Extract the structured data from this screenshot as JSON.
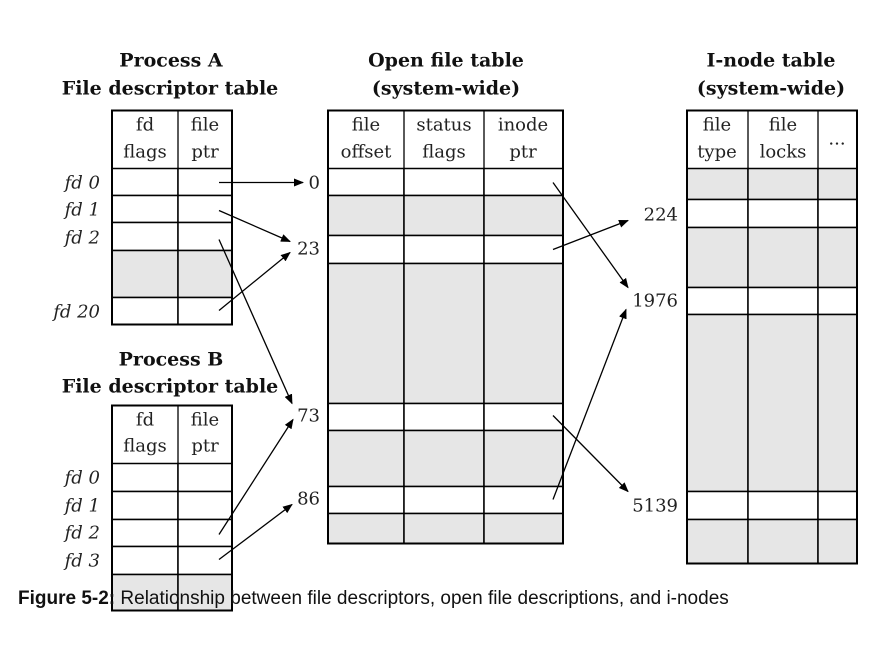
{
  "process_a": {
    "title_line1": "Process A",
    "title_line2": "File descriptor table",
    "col_fd_flags": [
      "fd",
      "flags"
    ],
    "col_file_ptr": [
      "file",
      "ptr"
    ],
    "fds": [
      "fd 0",
      "fd 1",
      "fd 2",
      "fd 20"
    ]
  },
  "process_b": {
    "title_line1": "Process B",
    "title_line2": "File descriptor table",
    "col_fd_flags": [
      "fd",
      "flags"
    ],
    "col_file_ptr": [
      "file",
      "ptr"
    ],
    "fds": [
      "fd 0",
      "fd 1",
      "fd 2",
      "fd 3"
    ]
  },
  "open_file_table": {
    "title_line1": "Open file table",
    "title_line2": "(system-wide)",
    "col_offset": [
      "file",
      "offset"
    ],
    "col_status": [
      "status",
      "flags"
    ],
    "col_inode": [
      "inode",
      "ptr"
    ],
    "indices": [
      "0",
      "23",
      "73",
      "86"
    ]
  },
  "inode_table": {
    "title_line1": "I-node table",
    "title_line2": "(system-wide)",
    "col_type": [
      "file",
      "type"
    ],
    "col_locks": [
      "file",
      "locks"
    ],
    "col_more": "...",
    "indices": [
      "224",
      "1976",
      "5139"
    ]
  },
  "caption": {
    "label": "Figure 5-2:",
    "text": "Relationship between file descriptors, open file descriptions, and i-nodes"
  }
}
